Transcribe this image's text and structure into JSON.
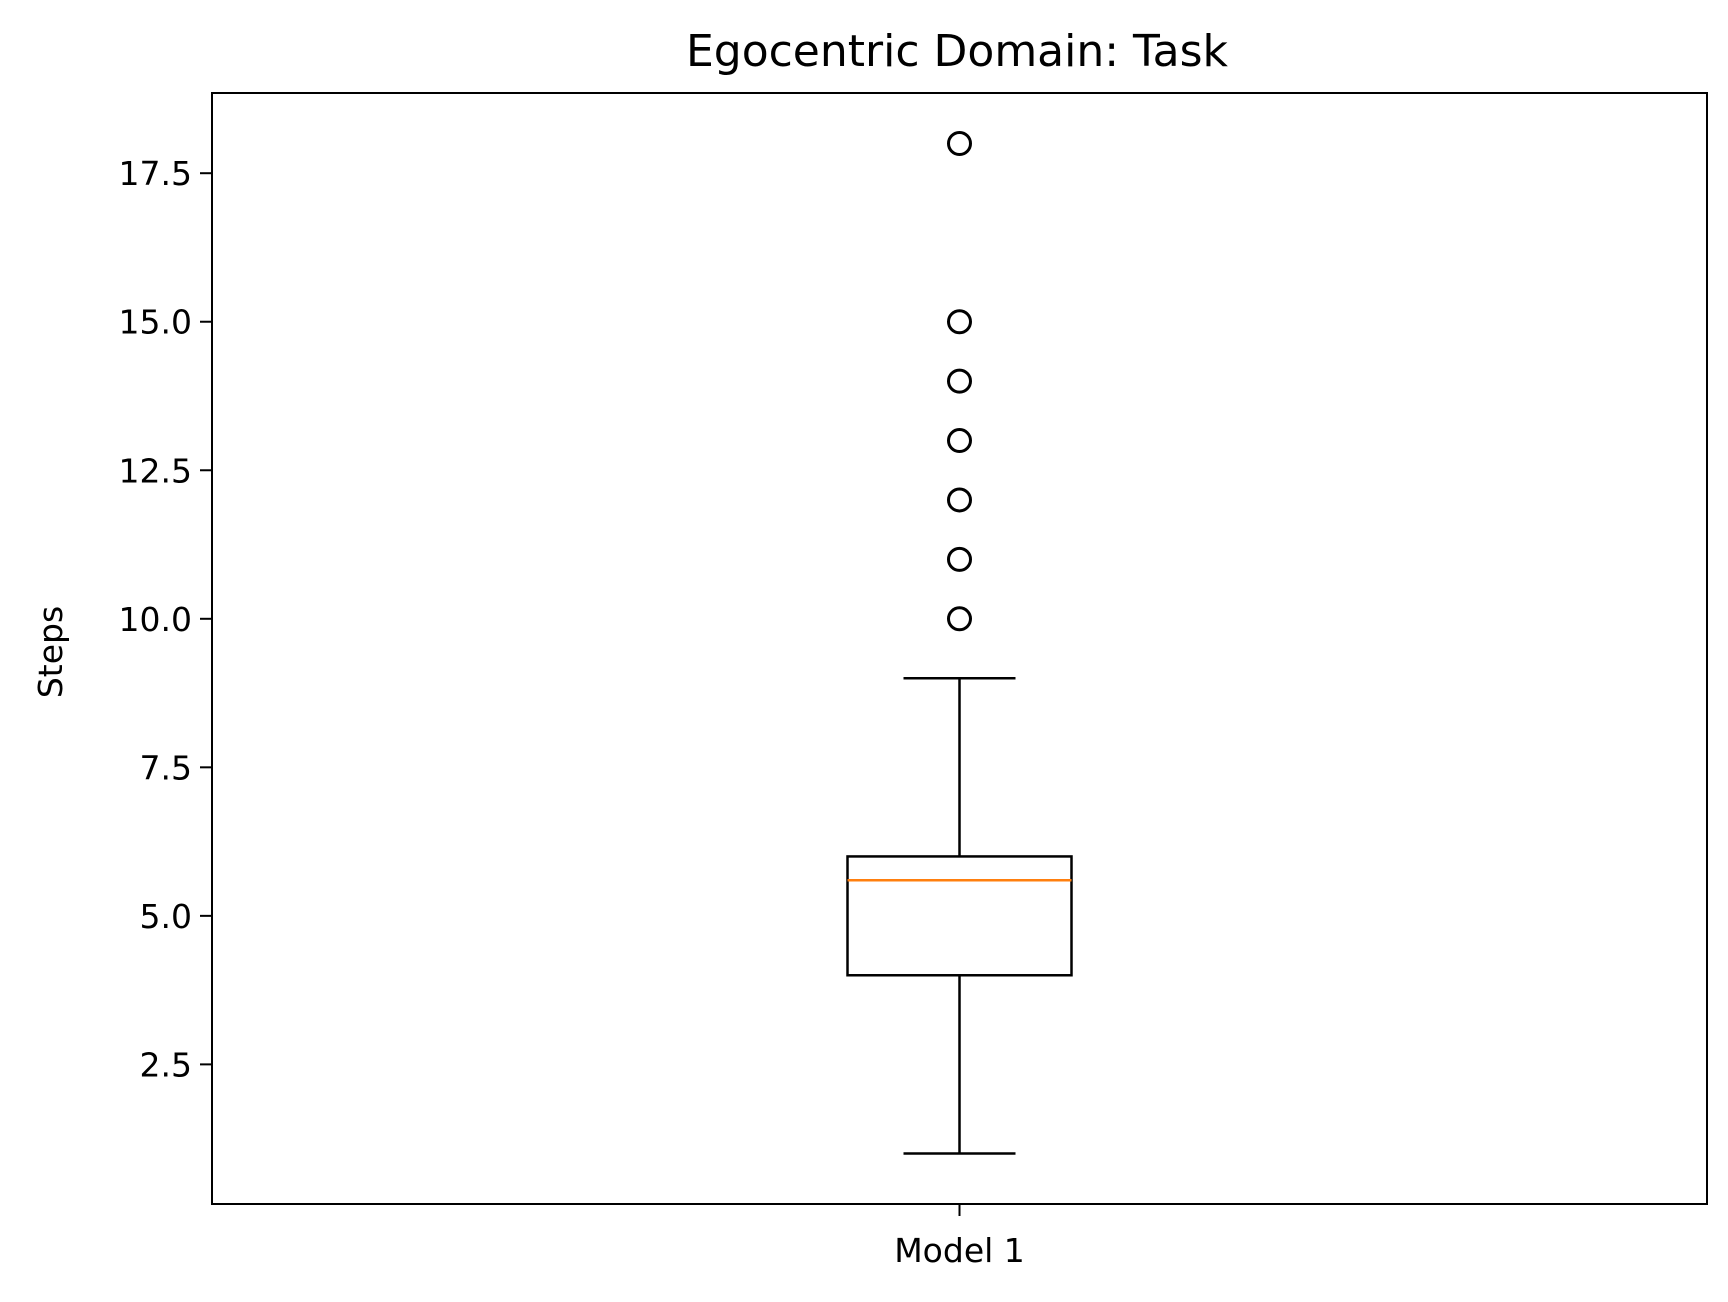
{
  "chart_data": {
    "type": "box",
    "title": "Egocentric Domain: Task",
    "xlabel": "",
    "ylabel": "Steps",
    "categories": [
      "Model 1"
    ],
    "ylim": [
      0.15,
      18.85
    ],
    "yticks": [
      2.5,
      5.0,
      7.5,
      10.0,
      12.5,
      15.0,
      17.5
    ],
    "ytick_labels": [
      "2.5",
      "5.0",
      "7.5",
      "10.0",
      "12.5",
      "15.0",
      "17.5"
    ],
    "boxes": [
      {
        "category": "Model 1",
        "whisker_low": 1,
        "q1": 4,
        "median": 5.6,
        "q3": 6,
        "whisker_high": 9,
        "outliers": [
          10,
          11,
          12,
          13,
          14,
          15,
          18
        ]
      }
    ],
    "grid": false,
    "colors": {
      "box": "#000000",
      "median": "#ff7f0e",
      "outlier": "#000000"
    }
  }
}
